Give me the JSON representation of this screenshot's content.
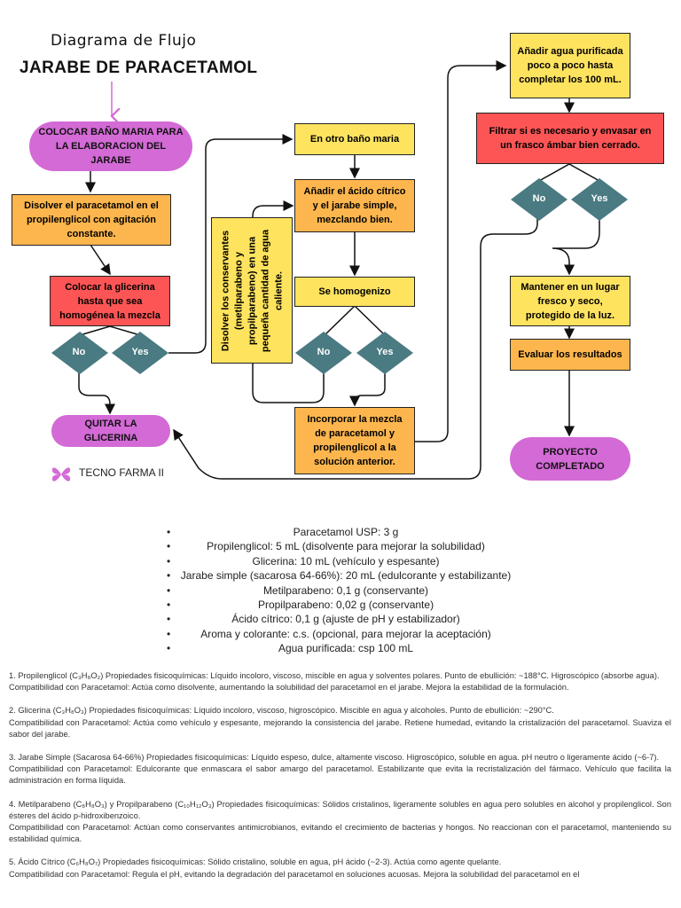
{
  "header": {
    "subtitle": "Diagrama de Flujo",
    "title": "JARABE DE PARACETAMOL"
  },
  "flow": {
    "start": "COLOCAR BAÑO MARIA PARA LA ELABORACION DEL JARABE",
    "dissolve": "Disolver el paracetamol en el propilenglicol con agitación constante.",
    "glycerin": "Colocar la glicerina hasta que sea homogénea la mezcla",
    "remove_glycerin": "QUITAR LA GLICERINA",
    "other_bath": "En otro baño maria",
    "add_citric": "Añadir el ácido cítrico y el jarabe simple, mezclando bien.",
    "preservatives": "Disolver los conservantes (metilparabeno y propilparabeno) en una pequeña cantidad de agua caliente.",
    "homogenized": "Se homogenizo",
    "incorporate": "Incorporar la mezcla de paracetamol y propilenglicol a la solución anterior.",
    "add_water": "Añadir agua purificada poco a poco hasta completar los 100 mL.",
    "filter": "Filtrar si es necesario y envasar en un frasco ámbar bien cerrado.",
    "keep": "Mantener en un lugar fresco y seco, protegido de la luz.",
    "evaluate": "Evaluar los resultados",
    "done": "PROYECTO COMPLETADO",
    "no": "No",
    "yes": "Yes"
  },
  "brand": {
    "name": "TECNO FARMA II",
    "icon": "flower-logo-icon",
    "color": "#d36ad6"
  },
  "colors": {
    "pill": "#d36ad6",
    "yellow": "#fee35f",
    "orange": "#fdb64d",
    "red": "#fd5555",
    "diamond": "#4a7a82"
  },
  "ingredients": [
    "Paracetamol USP: 3 g",
    "Propilenglicol: 5 mL (disolvente para mejorar la solubilidad)",
    "Glicerina: 10 mL (vehículo y espesante)",
    "Jarabe simple (sacarosa 64-66%): 20 mL (edulcorante y estabilizante)",
    "Metilparabeno: 0,1 g (conservante)",
    "Propilparabeno: 0,02 g (conservante)",
    "Ácido cítrico: 0,1 g (ajuste de pH y estabilizador)",
    "Aroma y colorante: c.s. (opcional, para mejorar la aceptación)",
    "Agua purificada: csp 100 mL"
  ],
  "notes": [
    {
      "props": "1. Propilenglicol (C₃H₈O₂) Propiedades fisicoquímicas: Líquido incoloro, viscoso, miscible en agua y solventes polares. Punto de ebullición: ~188°C. Higroscópico (absorbe agua).",
      "compat": "Compatibilidad con Paracetamol: Actúa como disolvente, aumentando la solubilidad del paracetamol en el jarabe. Mejora la estabilidad de la formulación."
    },
    {
      "props": "2. Glicerina (C₃H₈O₃) Propiedades fisicoquímicas: Líquido incoloro, viscoso, higroscópico. Miscible en agua y alcoholes. Punto de ebullición: ~290°C.",
      "compat": "Compatibilidad con Paracetamol: Actúa como vehículo y espesante, mejorando la consistencia del jarabe. Retiene humedad, evitando la cristalización del paracetamol. Suaviza el sabor del jarabe."
    },
    {
      "props": "3. Jarabe Simple (Sacarosa 64-66%) Propiedades fisicoquímicas: Líquido espeso, dulce, altamente viscoso. Higroscópico, soluble en agua. pH neutro o ligeramente ácido (~6-7).",
      "compat": "Compatibilidad con Paracetamol: Edulcorante que enmascara el sabor amargo del paracetamol. Estabilizante que evita la recristalización del fármaco. Vehículo que facilita la administración en forma líquida."
    },
    {
      "props": "4. Metilparabeno (C₈H₈O₃) y Propilparabeno (C₁₀H₁₂O₃) Propiedades fisicoquímicas: Sólidos cristalinos, ligeramente solubles en agua pero solubles en alcohol y propilenglicol. Son ésteres del ácido p-hidroxibenzoico.",
      "compat": "Compatibilidad con Paracetamol: Actúan como conservantes antimicrobianos, evitando el crecimiento de bacterias y hongos. No reaccionan con el paracetamol, manteniendo su estabilidad química."
    },
    {
      "props": "5. Ácido Cítrico (C₆H₈O₇) Propiedades fisicoquímicas: Sólido cristalino, soluble en agua, pH ácido (~2-3). Actúa como agente quelante.",
      "compat": "Compatibilidad con Paracetamol: Regula el pH, evitando la degradación del paracetamol en soluciones acuosas. Mejora la solubilidad del paracetamol en el"
    }
  ]
}
